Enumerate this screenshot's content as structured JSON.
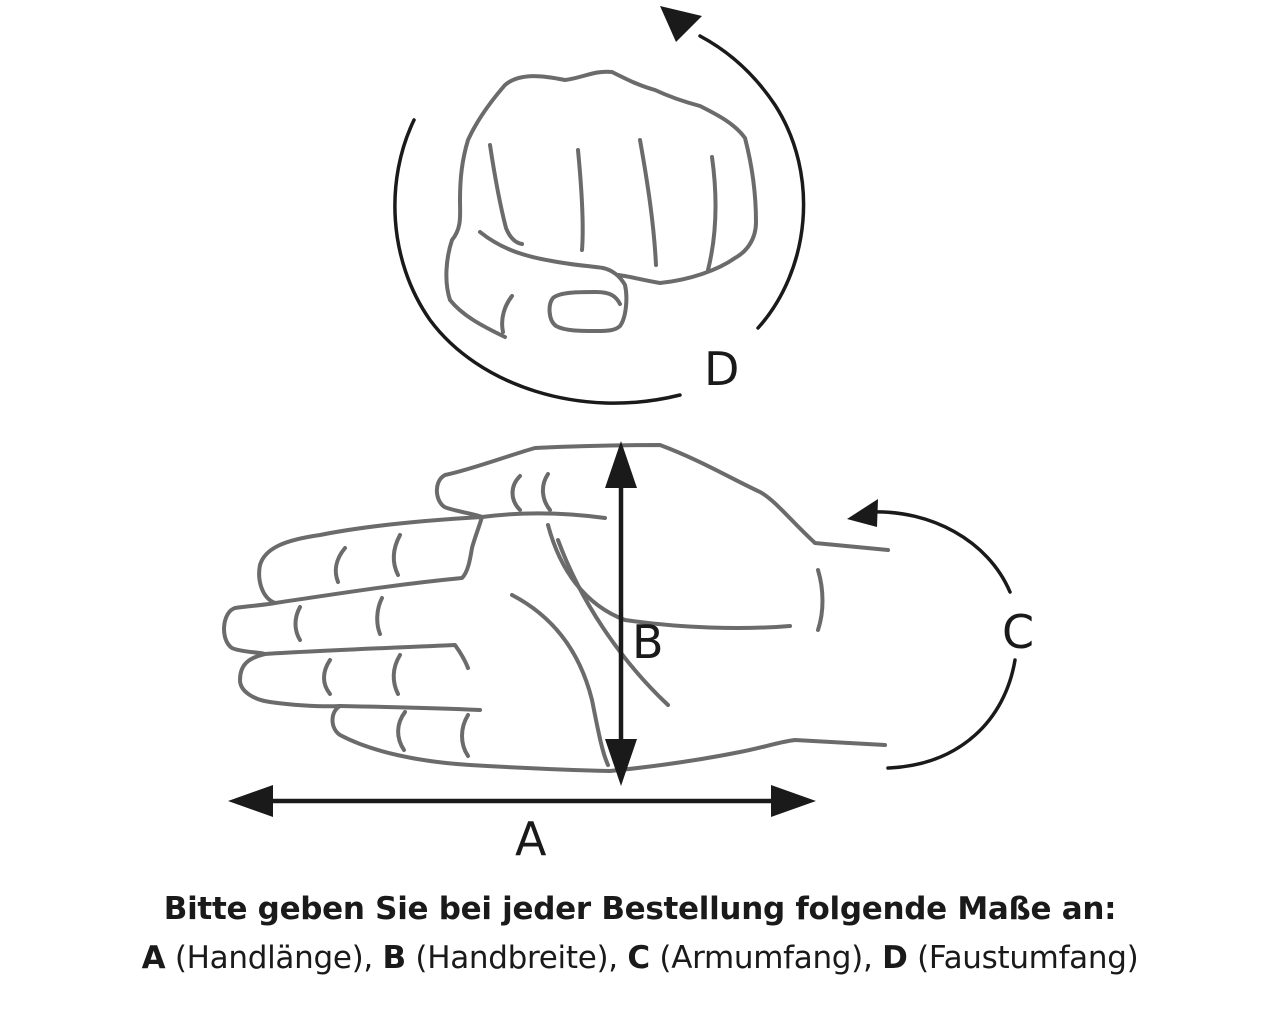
{
  "diagram": {
    "labels": {
      "a": "A",
      "b": "B",
      "c": "C",
      "d": "D"
    }
  },
  "caption": {
    "heading": "Bitte geben Sie bei jeder Bestellung folgende Maße an:",
    "items": [
      {
        "letter": "A",
        "text": "(Handlänge)",
        "sep": ", "
      },
      {
        "letter": "B",
        "text": "(Handbreite)",
        "sep": ", "
      },
      {
        "letter": "C",
        "text": "(Armumfang)",
        "sep": ", "
      },
      {
        "letter": "D",
        "text": "(Faustumfang)",
        "sep": ""
      }
    ]
  }
}
